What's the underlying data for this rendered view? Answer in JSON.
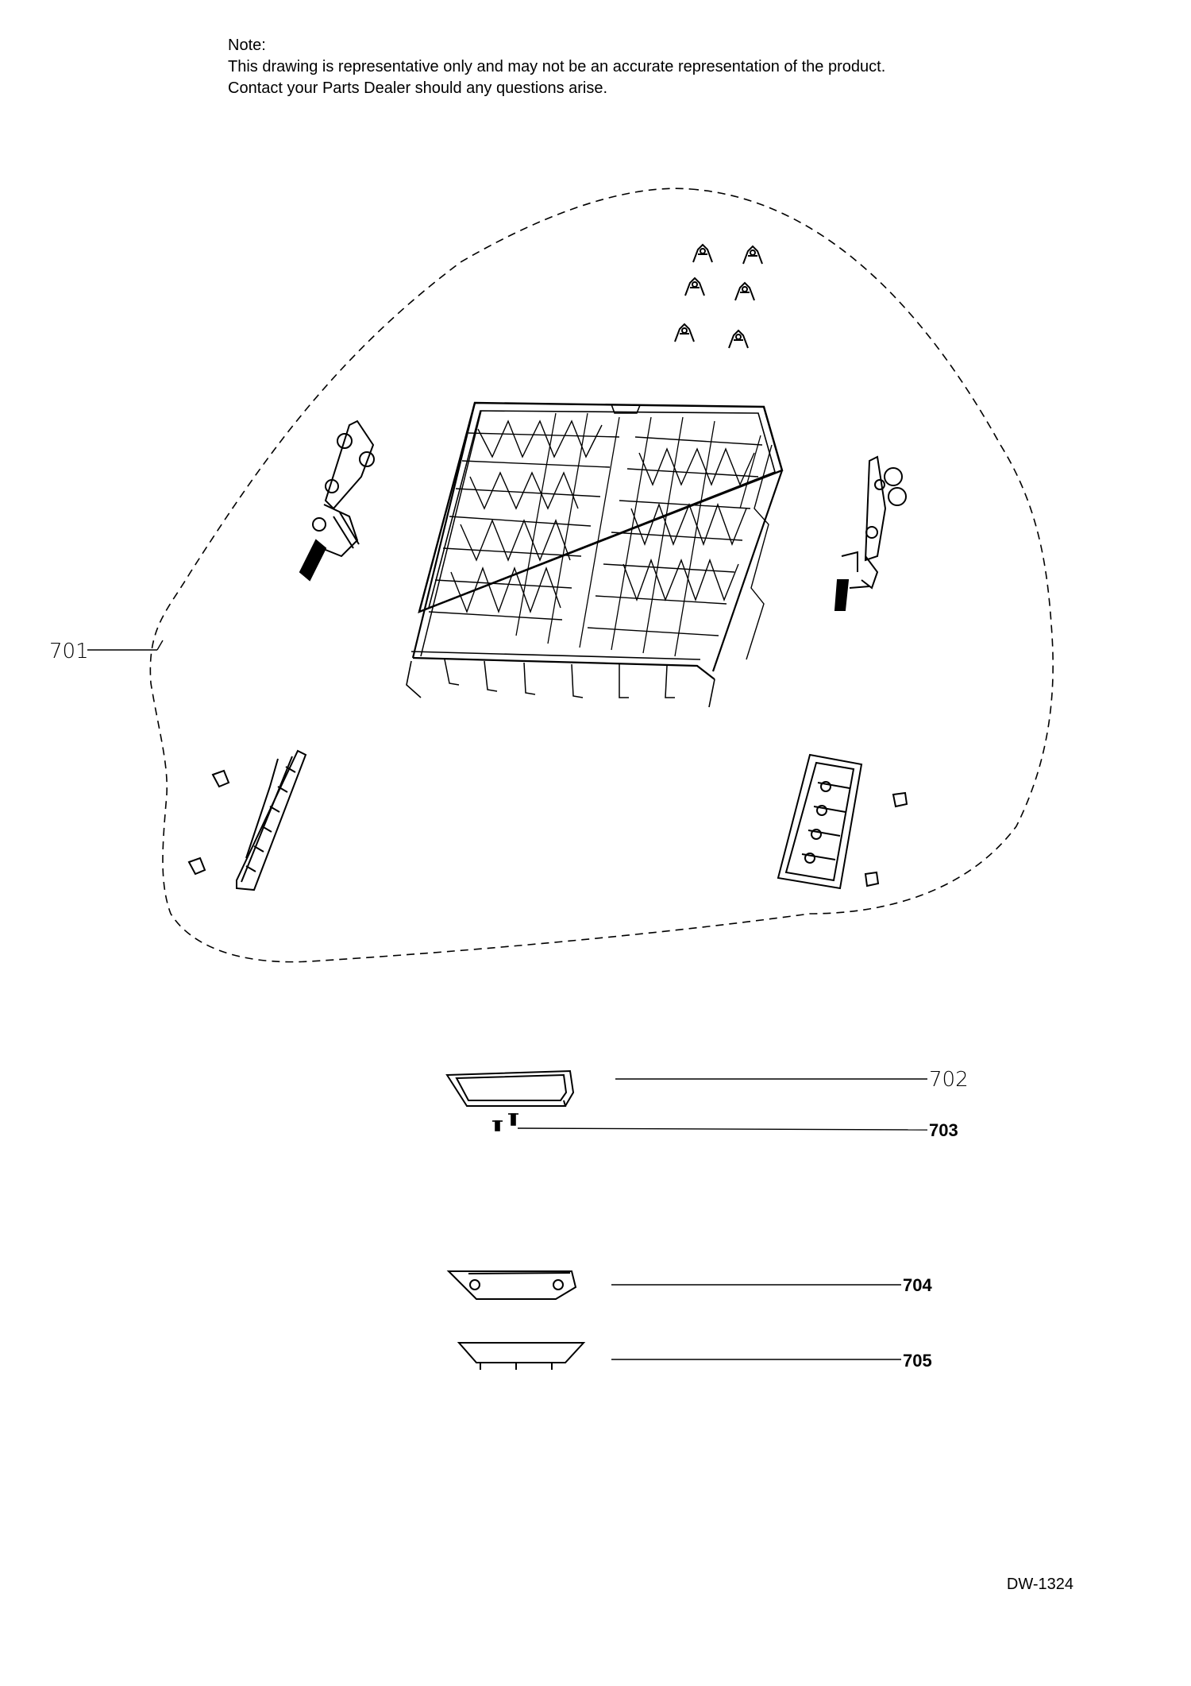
{
  "note": {
    "heading": "Note:",
    "line1": "This drawing is representative only and may not be an accurate representation of the product.",
    "line2": "Contact your Parts Dealer should any questions arise."
  },
  "callouts": {
    "assembly": "701",
    "part_a": "702",
    "part_b": "703",
    "part_c": "704",
    "part_d": "705"
  },
  "drawing_number": "DW-1324"
}
